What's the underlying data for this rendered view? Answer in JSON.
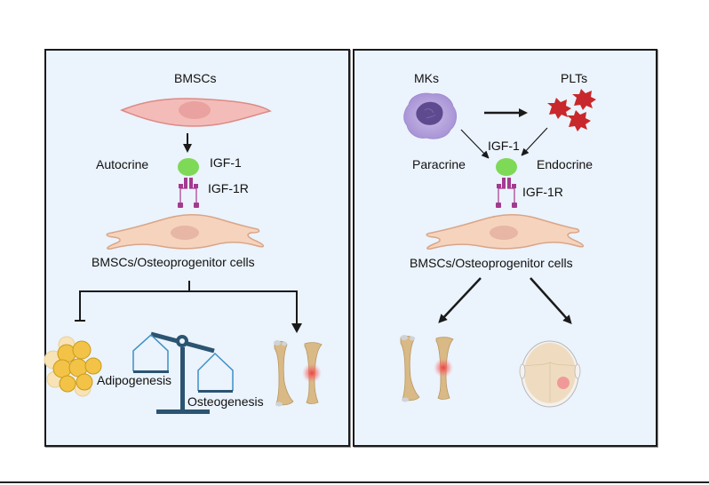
{
  "figure": {
    "colors": {
      "panel_fill": "#ebf3fc",
      "panel_border": "#1a1a1a",
      "ligand": "#7ed957",
      "receptor": "#a33a8e",
      "bmsc_cell": "#f2b8b5",
      "osteo_cell": "#f6d1b8",
      "megakaryocyte": "#b8a6dc",
      "platelet": "#c8282b",
      "fat_cell": "#f2c346",
      "bone": "#d9b985",
      "scale": "#2b5472",
      "scale_pan": "#3d8fc4",
      "skull": "#efdcc0",
      "lesion": "#ef4b4b"
    },
    "left_panel": {
      "source_cell_label": "BMSCs",
      "mode_label": "Autocrine",
      "ligand_label": "IGF-1",
      "receptor_label": "IGF-1R",
      "target_cell_label": "BMSCs/Osteoprogenitor cells",
      "inhibited_outcome": "Adipogenesis",
      "promoted_outcome": "Osteogenesis",
      "icons": [
        "spindle-cell-icon",
        "ligand-icon",
        "receptor-icon",
        "osteoprogenitor-cell-icon",
        "fat-cells-icon",
        "balance-scale-icon",
        "bones-icon"
      ]
    },
    "right_panel": {
      "source_cell_label": "MKs",
      "product_label": "PLTs",
      "mode_left_label": "Paracrine",
      "mode_right_label": "Endocrine",
      "ligand_label": "IGF-1",
      "receptor_label": "IGF-1R",
      "target_cell_label": "BMSCs/Osteoprogenitor cells",
      "icons": [
        "megakaryocyte-icon",
        "platelets-icon",
        "ligand-icon",
        "receptor-icon",
        "osteoprogenitor-cell-icon",
        "bones-icon",
        "skull-icon"
      ]
    }
  }
}
